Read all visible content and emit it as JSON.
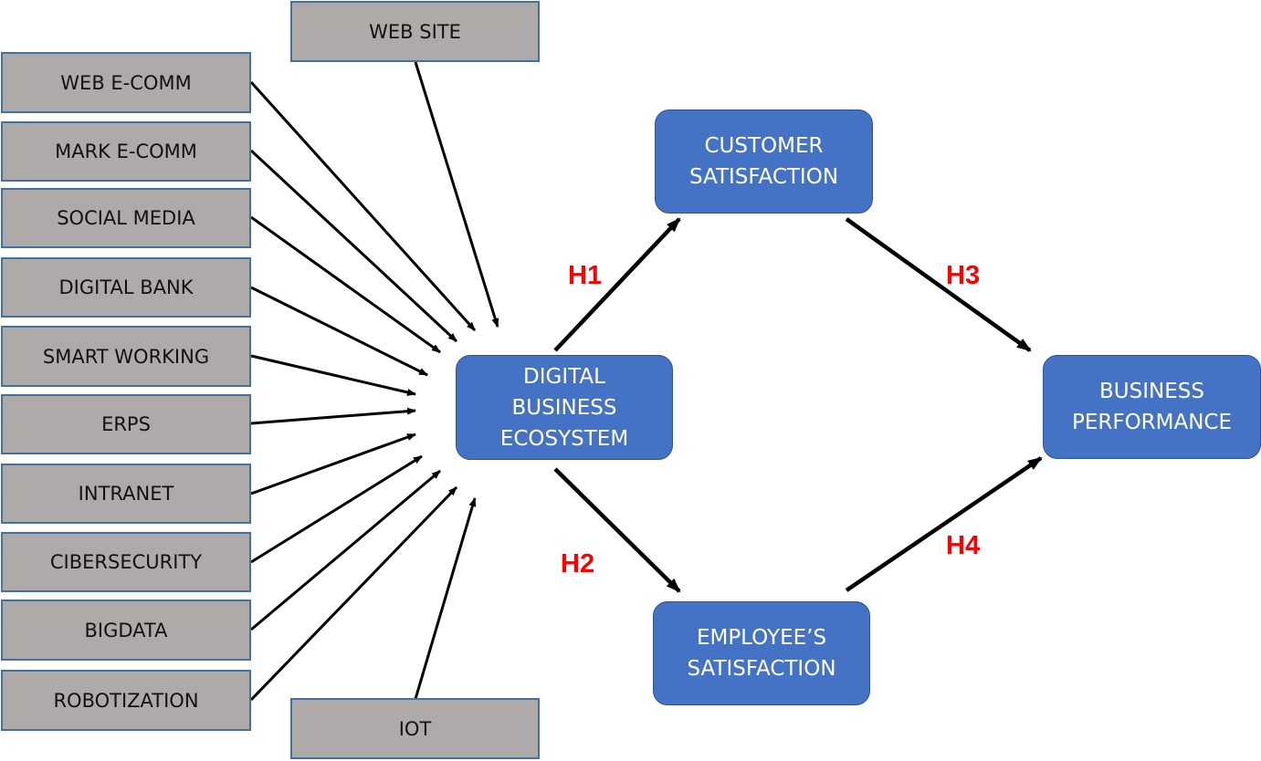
{
  "inputs": {
    "website": "WEB SITE",
    "web_ecomm": "WEB E-COMM",
    "mark_ecomm": "MARK E-COMM",
    "social_media": "SOCIAL MEDIA",
    "digital_bank": "DIGITAL BANK",
    "smart_working": "SMART WORKING",
    "erps": "ERPS",
    "intranet": "INTRANET",
    "cibersecurity": "CIBERSECURITY",
    "bigdata": "BIGDATA",
    "robotization": "ROBOTIZATION",
    "iot": "IOT"
  },
  "nodes": {
    "ecosystem": "DIGITAL\nBUSINESS\nECOSYSTEM",
    "customer": "CUSTOMER\nSATISFACTION",
    "employee": "EMPLOYEE’S\nSATISFACTION",
    "performance": "BUSINESS\nPERFORMANCE"
  },
  "hypotheses": {
    "h1": "H1",
    "h2": "H2",
    "h3": "H3",
    "h4": "H4"
  },
  "colors": {
    "input_fill": "#aeaaaa",
    "node_fill": "#4472c4",
    "hypothesis_text": "#ff0000",
    "arrow": "#000000"
  }
}
